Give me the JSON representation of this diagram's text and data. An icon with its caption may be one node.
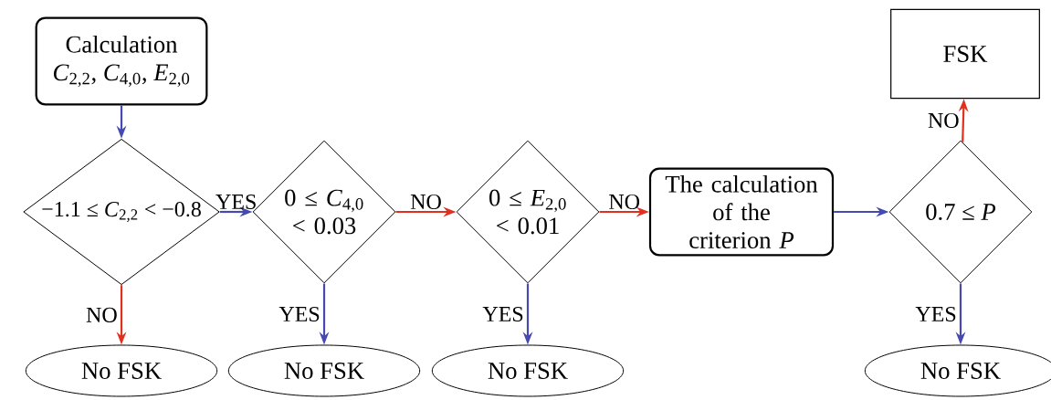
{
  "diagram": {
    "nodes": [
      {
        "text": [
          "Calculation",
          "*C*$_{2,2}$, *C*$_{4,0}$, *E*$_{2,0}$"
        ]
      },
      {
        "text": [
          "−1.1 ≤ *C*$_{2,2}$ < −0.8"
        ]
      },
      {
        "text": [
          "0 ≤ *C*$_{4,0}$ < 0.03"
        ]
      },
      {
        "text": [
          "0 ≤ *E*$_{2,0}$ < 0.01"
        ]
      },
      {
        "text": [
          "The calculation of the criterion *P*"
        ]
      },
      {
        "text": [
          "0.7 ≤ *P*"
        ]
      },
      {
        "text": [
          "FSK"
        ]
      },
      {
        "text": [
          "No FSK"
        ]
      },
      {
        "text": [
          "No FSK"
        ]
      },
      {
        "text": [
          "No FSK"
        ]
      },
      {
        "text": [
          "No FSK"
        ]
      }
    ],
    "edges": [
      {
        "from": 0,
        "to": 1,
        "arrow": "to"
      },
      {
        "from": 1,
        "to": 2,
        "arrow": "to",
        "label": "YES"
      },
      {
        "from": 1,
        "to": 7,
        "arrow": "to",
        "label": "NO",
        "color": "#e0301e"
      },
      {
        "from": 2,
        "to": 3,
        "arrow": "to",
        "label": "NO",
        "color": "#e0301e"
      },
      {
        "from": 2,
        "to": 8,
        "arrow": "to",
        "label": "YES"
      },
      {
        "from": 3,
        "to": 4,
        "arrow": "to",
        "label": "NO",
        "color": "#e0301e"
      },
      {
        "from": 3,
        "to": 9,
        "arrow": "to",
        "label": "YES"
      },
      {
        "from": 4,
        "to": 5,
        "arrow": "to"
      },
      {
        "from": 5,
        "to": 6,
        "arrow": "to",
        "label": "NO",
        "color": "#e0301e"
      },
      {
        "from": 5,
        "to": 10,
        "arrow": "to",
        "label": "YES"
      }
    ]
  }
}
